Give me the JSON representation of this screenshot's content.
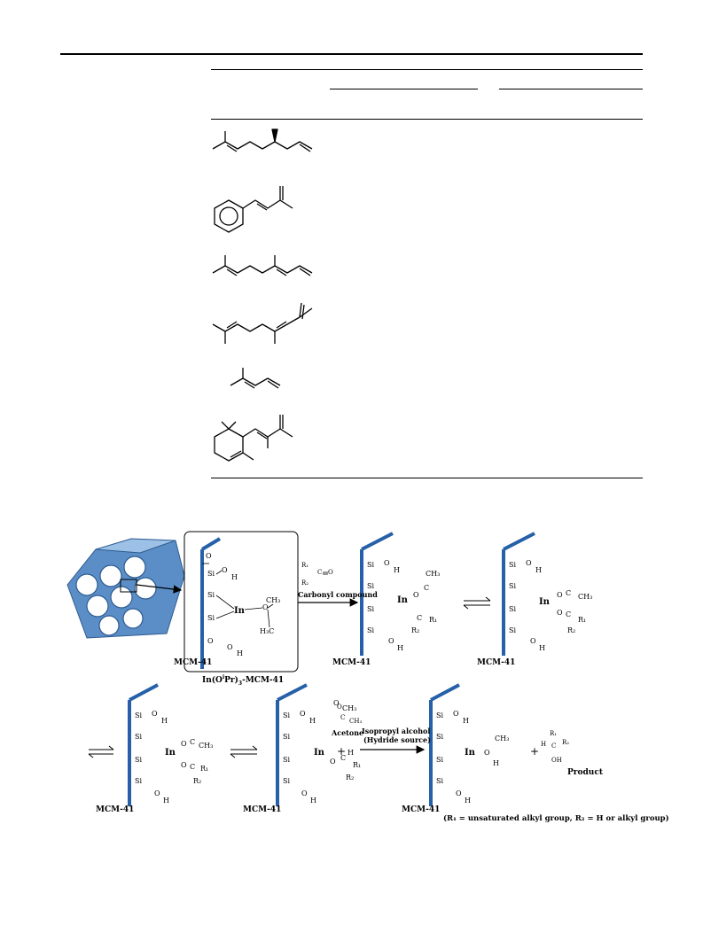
{
  "scheme": {
    "support_label": "MCM-41",
    "catalyst_label": "In(O",
    "catalyst_label_sup": "i",
    "catalyst_label_mid": "Pr)",
    "catalyst_label_sub": "3",
    "catalyst_label_end": "-MCM-41",
    "arrow1_label": "Carbonyl compound",
    "acetone_label": "Acetone",
    "plus": "+",
    "isopropanol_label_1": "Isopropyl alcohol",
    "isopropanol_label_2": "(Hydride source)",
    "product_label": "Product",
    "footnote": "(R₁ = unsaturated alkyl group,  R₂ = H or alkyl group)",
    "atoms": {
      "si": "Si",
      "o": "O",
      "h": "H",
      "in": "In",
      "oh": "OH",
      "ch3": "CH₃",
      "r1": "R₁",
      "r2": "R₂",
      "c": "C",
      "h3c": "H₃C"
    }
  },
  "table": {
    "rows": [
      {
        "structure": "citronellene-like diene"
      },
      {
        "structure": "phenyl diene"
      },
      {
        "structure": "ocimene-like triene"
      },
      {
        "structure": "(Z)-ocimene-like triene"
      },
      {
        "structure": "methylbutadiene"
      },
      {
        "structure": "cyclohexenyl diene"
      }
    ]
  }
}
